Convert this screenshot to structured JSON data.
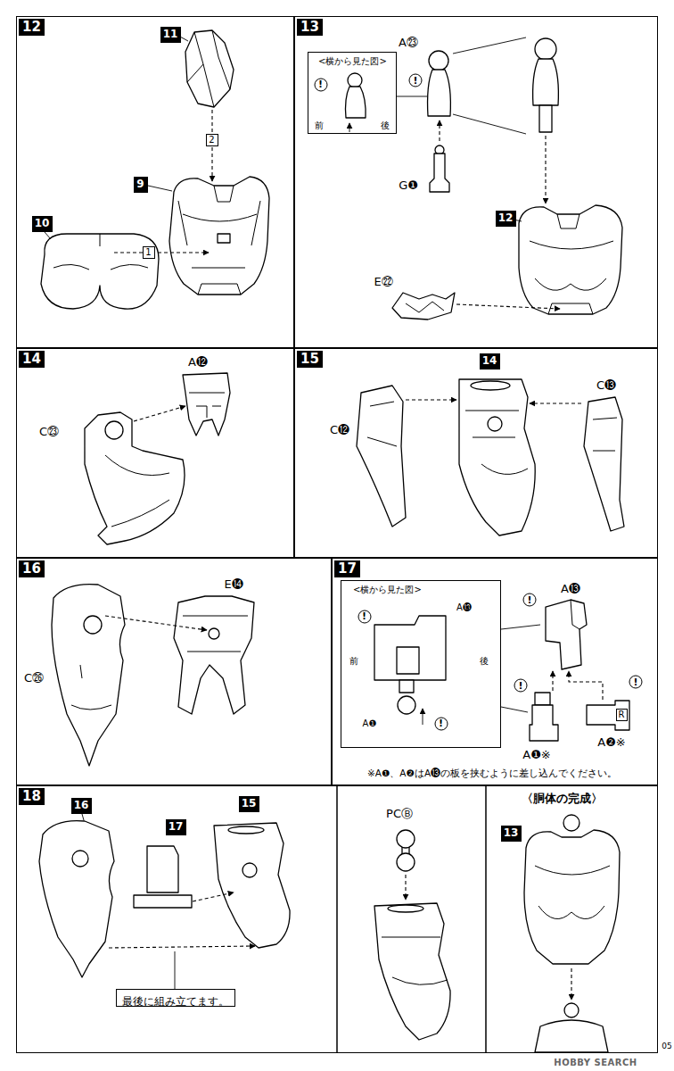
{
  "diagram": {
    "nodes": [
      {
        "text": [
          "12"
        ]
      },
      {
        "text": [
          "11"
        ],
        "in": 0
      },
      {
        "text": [
          "2"
        ],
        "in": 0
      },
      {
        "text": [
          "9"
        ],
        "in": 0
      },
      {
        "text": [
          "10"
        ],
        "in": 0
      },
      {
        "text": [
          "1"
        ],
        "in": 0
      },
      {
        "text": [
          "13"
        ]
      },
      {
        "text": [
          "<横から見た図>",
          "!",
          "前",
          "後"
        ],
        "in": 6
      },
      {
        "text": [
          "12"
        ],
        "in": 6
      },
      {
        "text": [
          "14"
        ]
      },
      {
        "text": [
          "15"
        ]
      },
      {
        "text": [
          "14"
        ],
        "in": 10
      },
      {
        "text": [
          "16"
        ]
      },
      {
        "text": [
          "17"
        ]
      },
      {
        "text": [
          "<横から見た図>",
          "!",
          "A⓭",
          "前",
          "後",
          "A❶",
          "!"
        ],
        "in": 13
      },
      {
        "text": [
          "R"
        ],
        "in": 13
      },
      {
        "text": [
          "18"
        ]
      },
      {
        "text": [
          "16"
        ],
        "in": 16
      },
      {
        "text": [
          "17"
        ],
        "in": 16
      },
      {
        "text": [
          "15"
        ],
        "in": 16
      },
      {
        "text": [
          "最後に組み立てます。"
        ],
        "in": 16
      },
      {
        "text": [
          "13"
        ],
        "in": 16
      }
    ],
    "labels": [
      "A㉓",
      "!",
      "G❶",
      "E㉒",
      "A⓬",
      "C㉓",
      "C⓬",
      "C⓭",
      "C㉖",
      "E⓮",
      "A⓭",
      "!",
      "!",
      "!",
      "A❶※",
      "A❷※",
      "※A❶、A❷はA⓭の板を挟むように差し込んでください。",
      "PCⒷ",
      "〈胴体の完成〉",
      "05",
      "HOBBY SEARCH"
    ]
  }
}
